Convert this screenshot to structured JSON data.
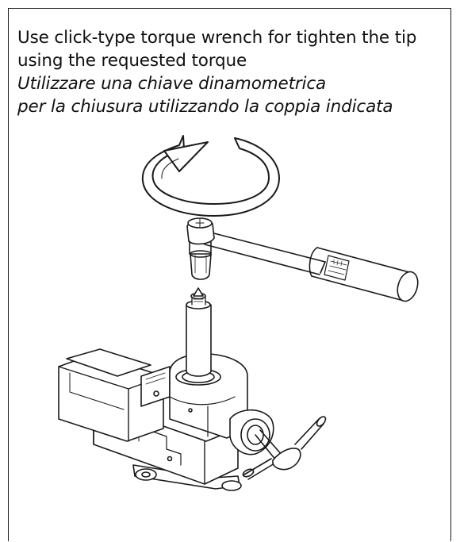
{
  "instructions": {
    "english_line1": "Use click-type torque wrench for tighten the tip",
    "english_line2": "using the requested torque",
    "italian_line1": "Utilizzare una chiave dinamometrica",
    "italian_line2": "per la chiusura utilizzando la coppia indicata"
  },
  "illustration": {
    "rotation_arrow_icon": "clockwise-rotation-arrow-icon",
    "wrench_icon": "click-type-torque-wrench-icon",
    "socket_icon": "wrench-socket-icon",
    "tip_icon": "nozzle-tip-icon",
    "vise_icon": "bench-vise-icon"
  }
}
